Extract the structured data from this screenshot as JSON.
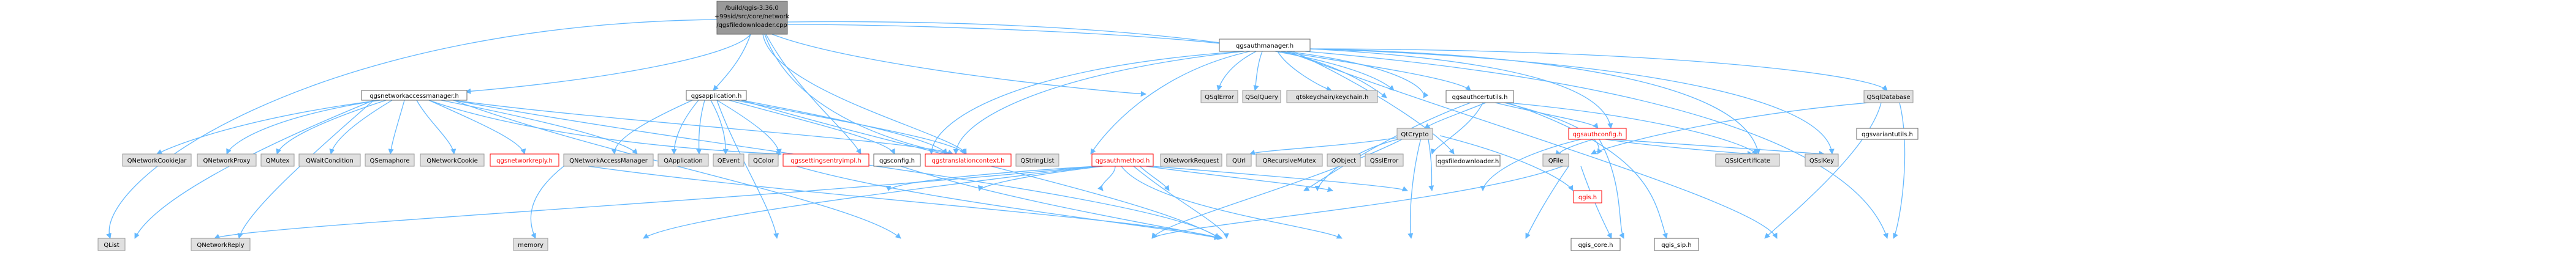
{
  "root": [
    "/build/qgis-3.36.0",
    "+99sid/src/core/network",
    "/qgsfiledownloader.cpp"
  ],
  "nodes": {
    "qgsnetworkaccessmanager": "qgsnetworkaccessmanager.h",
    "qgsapplication": "qgsapplication.h",
    "qgsauthmanager": "qgsauthmanager.h",
    "qgsvariantutils": "qgsvariantutils.h",
    "qgsauthcertutils": "qgsauthcertutils.h",
    "qgsauthmethod": "qgsauthmethod.h",
    "qgsfiledownloader": "qgsfiledownloader.h",
    "qgsauthconfig": "qgsauthconfig.h",
    "qgsnetworkreply": "qgsnetworkreply.h",
    "qgis": "qgis.h",
    "qgsconfig": "qgsconfig.h",
    "qgssettingsentryimpl": "qgssettingsentryimpl.h",
    "qgstranslationcontext": "qgstranslationcontext.h",
    "QNetworkCookieJar": "QNetworkCookieJar",
    "QNetworkProxy": "QNetworkProxy",
    "QMutex": "QMutex",
    "QWaitCondition": "QWaitCondition",
    "QSemaphore": "QSemaphore",
    "QNetworkCookie": "QNetworkCookie",
    "QNetworkAccessManager": "QNetworkAccessManager",
    "QApplication": "QApplication",
    "QEvent": "QEvent",
    "QColor": "QColor",
    "QStringList": "QStringList",
    "QNetworkRequest": "QNetworkRequest",
    "QRecursiveMutex": "QRecursiveMutex",
    "QUrl": "QUrl",
    "QObject": "QObject",
    "QSslError": "QSslError",
    "QFile": "QFile",
    "QSslCertificate": "QSslCertificate",
    "QSslKey": "QSslKey",
    "QSqlError": "QSqlError",
    "QSqlQuery": "QSqlQuery",
    "qt6keychain": "qt6keychain/keychain.h",
    "QtCrypto": "QtCrypto",
    "QSqlDatabase": "QSqlDatabase",
    "QList": "QList",
    "QNetworkReply": "QNetworkReply",
    "memory": "memory",
    "qgis_core": "qgis_core.h",
    "qgis_sip": "qgis_sip.h"
  }
}
